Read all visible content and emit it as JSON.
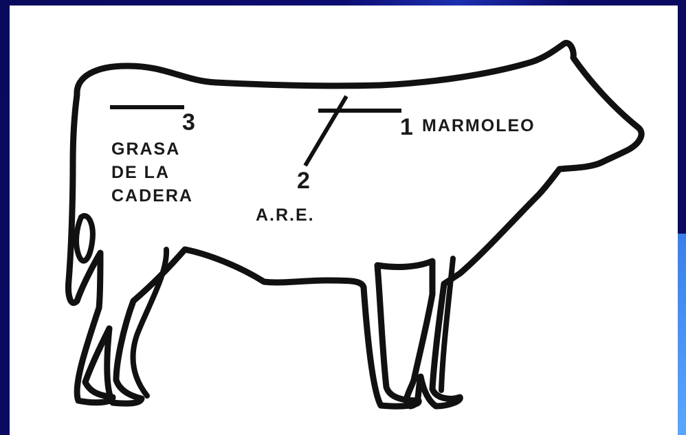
{
  "labels": {
    "marbling": {
      "number": "1",
      "text": "MARMOLEO"
    },
    "rib_eye_area": {
      "number": "2",
      "text": "A.R.E."
    },
    "rump_fat": {
      "number": "3",
      "lines": [
        "GRASA",
        "DE LA",
        "CADERA"
      ]
    }
  },
  "colors": {
    "background": "#0c0c72",
    "panel": "#ffffff",
    "outline": "#111111",
    "accent": "#3a7fe8"
  }
}
